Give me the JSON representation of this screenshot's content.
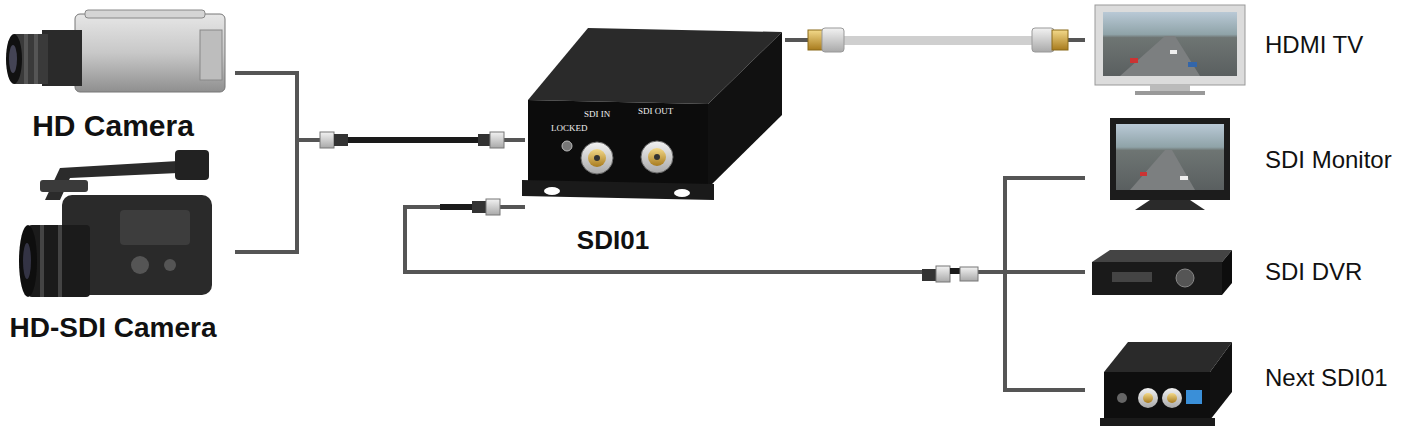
{
  "diagram": {
    "nodes": [
      {
        "text": [
          "HD Camera"
        ]
      },
      {
        "text": [
          "HD-SDI Camera"
        ]
      },
      {
        "text": [
          "SDI01"
        ]
      },
      {
        "text": [
          "HDMI TV"
        ]
      },
      {
        "text": [
          "SDI Monitor"
        ]
      },
      {
        "text": [
          "SDI DVR"
        ]
      },
      {
        "text": [
          "Next SDI01"
        ]
      }
    ],
    "edges": [
      {
        "from": 0,
        "to": 2,
        "arrow": "none"
      },
      {
        "from": 1,
        "to": 2,
        "arrow": "none"
      },
      {
        "from": 2,
        "to": 3,
        "arrow": "none"
      },
      {
        "from": 2,
        "to": 4,
        "arrow": "none"
      },
      {
        "from": 2,
        "to": 5,
        "arrow": "none"
      },
      {
        "from": 2,
        "to": 6,
        "arrow": "none"
      }
    ],
    "labels": [
      "LOCKED",
      "SDI IN",
      "SDI OUT"
    ]
  }
}
